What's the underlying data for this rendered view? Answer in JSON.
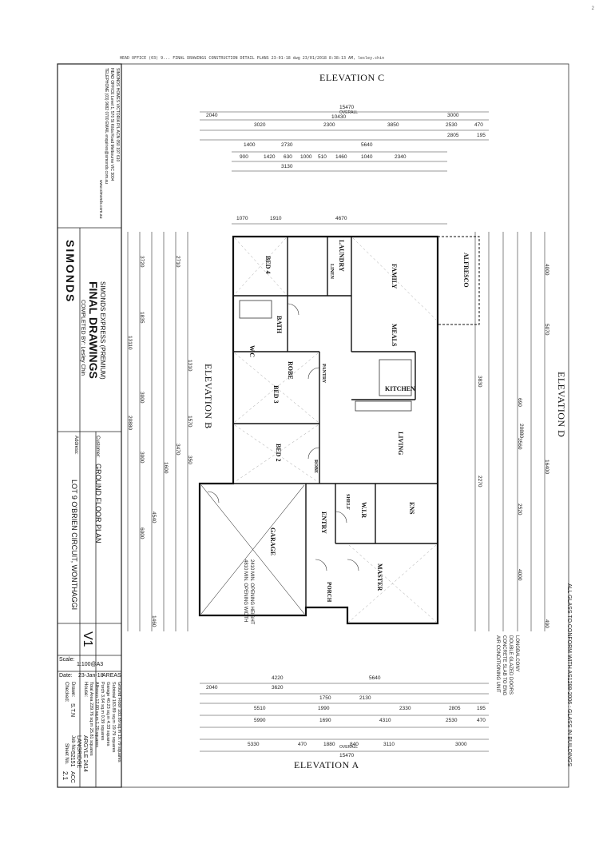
{
  "header_line": "HEAD OFFICE (03) 9... FINAL DRAWINGS CONSTRUCTION DETAIL PLANS 23-01-18 dwg 23/01/2018 8:38:13 AM, lesley.chin",
  "corner_mark": "2",
  "elevations": {
    "top": "ELEVATION C",
    "bottom": "ELEVATION A",
    "left": "ELEVATION B",
    "right": "ELEVATION D"
  },
  "compliance_note": "ALL GLASS TO CONFORM WITH AS1288-2006 : GLASS IN BUILDINGS",
  "rooms": {
    "family": "FAMILY",
    "laundry": "LAUNDRY",
    "bed4": "BED 4",
    "bath": "BATH",
    "wc": "W.C",
    "robe1": "ROBE",
    "meals": "MEALS",
    "kitchen": "KITCHEN",
    "bed3": "BED 3",
    "living": "LIVING",
    "bed2": "BED 2",
    "robe2": "ROBE",
    "garage": "GARAGE",
    "entry": "ENTRY",
    "wir": "W.I.R",
    "ens": "ENS",
    "master": "MASTER",
    "porch": "PORCH",
    "alfresco": "ALFRESCO",
    "pantry": "PANTRY",
    "shelf": "SHELF",
    "linen": "LINEN"
  },
  "dims_top": {
    "overall": "15470",
    "overall_label": "OVERALL",
    "d1": "10430",
    "d2": "2040",
    "d3": "3000",
    "d4": "3020",
    "d5": "2300",
    "d6": "3850",
    "d7": "2530",
    "d8": "470",
    "d9": "2805",
    "d10": "195",
    "d11": "1400",
    "d12": "2730",
    "d13": "5640",
    "d14": "900",
    "d15": "1420",
    "d16": "630",
    "d17": "1000",
    "d18": "510",
    "d19": "1460",
    "d20": "1040",
    "d21": "2340",
    "d22": "3130",
    "d23": "1070",
    "d24": "1910",
    "d25": "4670"
  },
  "dims_bottom": {
    "d1": "2040",
    "d2": "4220",
    "d3": "3620",
    "d4": "5640",
    "d5": "1750",
    "d6": "2130",
    "d7": "5510",
    "d8": "1990",
    "d9": "2330",
    "d10": "2805",
    "d11": "195",
    "d12": "5990",
    "d13": "1690",
    "d14": "4310",
    "d15": "2530",
    "d16": "470",
    "d17": "5330",
    "d18": "470",
    "d19": "1880",
    "d20": "840",
    "d21": "3110",
    "d22": "3000",
    "overall": "15470",
    "overall_label": "OVERALL"
  },
  "dims_left": {
    "overall": "20880",
    "d1": "3720",
    "d2": "1835",
    "d3": "13110",
    "d4": "3000",
    "d5": "3000",
    "d6": "4540",
    "d7": "6000",
    "d8": "1460",
    "d9": "2710",
    "d10": "1310",
    "d11": "1570",
    "d12": "3470",
    "d13": "350",
    "d14": "1600"
  },
  "dims_right": {
    "overall": "20880",
    "d1": "4000",
    "d2": "5070",
    "d3": "3830",
    "d4": "3560",
    "d5": "16400",
    "d6": "2270",
    "d7": "2520",
    "d8": "4000",
    "d9": "490",
    "d10": "690"
  },
  "notes_right": [
    "LONGBALCONY",
    "DOUBLE GLAZED DOORS",
    "CONCRETE SLAB TO ENG",
    "AIR CONDITIONING UNIT"
  ],
  "company": {
    "name": "SIMONDS",
    "address_lines": [
      "SIMONDS HOMES VICTORIA P/L  ACN 050 197 610",
      "HEAD OFFICE  Level 1, 570 St Kilda Road Melbourne VIC 3004",
      "TELEPHONE  (03) 9682 0700   EMAIL  enquiries@simonds.com.au"
    ],
    "web": "www.simonds.com.au"
  },
  "title_block": {
    "series": "SIMONDS EXPRESS (PREMIUM)",
    "stage": "FINAL DRAWINGS",
    "completed_by": "COMPLETED BY: Lesley Chin",
    "customer_label": "Customer:",
    "address_label": "Address:",
    "plan_title": "GROUND FLOOR PLAN",
    "address": "LOT 9 O'BRIEN CIRCUIT, WONTHAGGI",
    "revision": "V1",
    "scale_label": "Scale:",
    "scale": "1:100@A3",
    "date_label": "Date:",
    "date": "23-Jan-18",
    "areas_label": "AREAS",
    "area_rows": [
      {
        "label": "Ground Floor",
        "value": "183.89 sq.m",
        "alt": "19.79 squares"
      },
      {
        "label": "Subtotal",
        "value": "183.89 sq.m",
        "alt": "19.79 squares"
      },
      {
        "label": "Garage",
        "value": "40.23 sq.m",
        "alt": "4.33 squares"
      },
      {
        "label": "Porch",
        "value": "3.64 sq.m",
        "alt": "0.39 squares"
      },
      {
        "label": "Alfresco",
        "value": "12.00 sq.m",
        "alt": "1.29 squares"
      },
      {
        "label": "Total Area",
        "value": "239.76 sq.m",
        "alt": "25.81 squares"
      }
    ],
    "house_label": "House:",
    "house": "ARGYLE 2414",
    "facade": "LANGRIDGE",
    "drawn_label": "Drawn:",
    "drawn": "S.T.N",
    "checked_label": "Checked:",
    "job_no_label": "Job No:",
    "job_no": "52151",
    "acc": "ACC",
    "sheet_label": "Sheet No.",
    "sheet": "2.1"
  },
  "garage_notes": [
    "2410 MIN. OPENING HEIGHT",
    "4810 MIN. OPENING WIDTH"
  ]
}
